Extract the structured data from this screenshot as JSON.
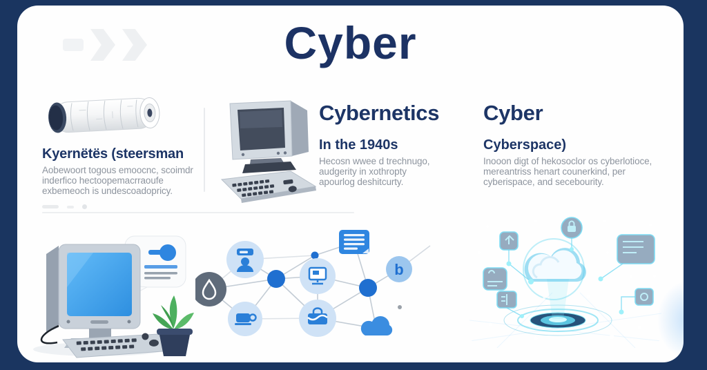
{
  "header": {
    "title": "Cyber"
  },
  "decor": {
    "top_left": "double-chevron-right"
  },
  "colors": {
    "frame": "#1a3560",
    "card": "#fefefe",
    "heading": "#1d3566",
    "body_text": "#8d949e",
    "accent_blue": "#2f86e0",
    "node_light_blue": "#cfe2f6",
    "panel_background": "#16335f",
    "glow_cyan": "#5fd6ef"
  },
  "columns": [
    {
      "heading": "Kyernëtës (steersman",
      "body_lines": [
        "Aobewoort togous emoocnc, scoimdr",
        "inderfico hectoopemacrraoufe",
        "exbemeoch is undescoadopricy."
      ],
      "illustration": "papyrus-scroll"
    },
    {
      "heading": "Cybernetics",
      "subheading": "In the 1940s",
      "body_lines": [
        "Hecosn wwee d trechnugo,",
        "audgerity in xothropty",
        "apourlog deshitcurty."
      ],
      "illustration": "vintage-computer"
    },
    {
      "heading": "Cyber",
      "subheading": "Cyberspace)",
      "body_lines": [
        "Inooon digt of hekosoclor os cyberlotioce,",
        "mereantriss henart counerkind, per",
        "cyberispace, and secebourity."
      ],
      "illustration": "none"
    }
  ],
  "bottom_row": {
    "retro_computer_scene": {
      "elements": [
        "computer-monitor",
        "blue-screen",
        "keyboard",
        "mouse",
        "cable",
        "chat-bubble",
        "potted-plant"
      ]
    },
    "network_diagram": {
      "nodes": [
        "user",
        "water-drop",
        "search-laptop",
        "hub",
        "pointer-dot",
        "monitor",
        "document-list",
        "hub",
        "like",
        "briefcase",
        "cloud"
      ],
      "like_glyph": "b"
    },
    "cyberspace_panel": {
      "elements": [
        "glowing-cloud",
        "glowing-platform",
        "lock",
        "shield",
        "document-panel",
        "id-card",
        "book",
        "chip"
      ]
    }
  }
}
